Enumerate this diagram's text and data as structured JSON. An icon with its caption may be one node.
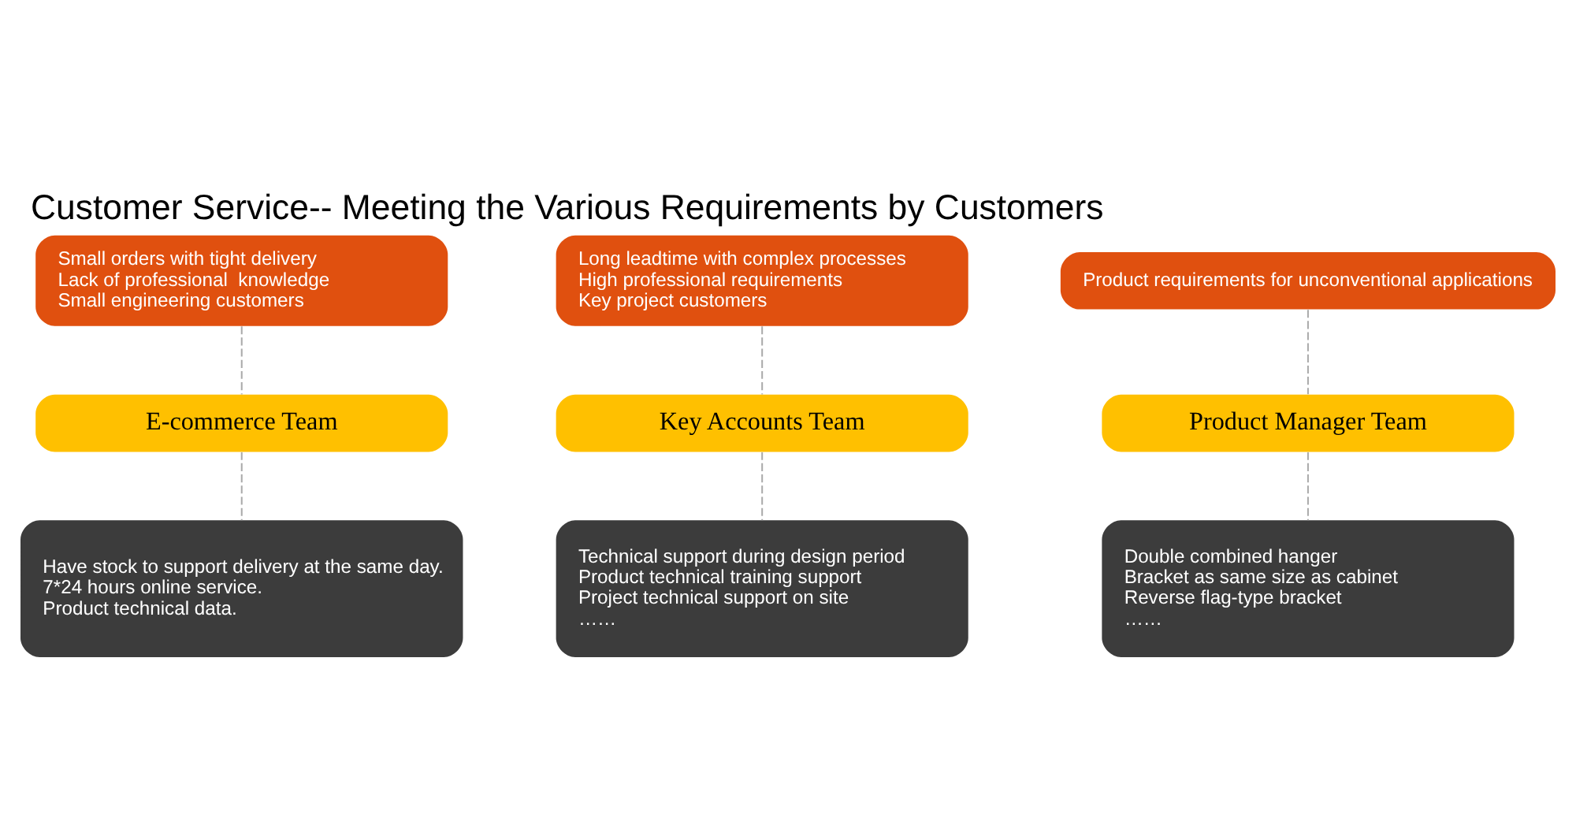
{
  "diagram": {
    "title": "Customer Service-- Meeting the Various Requirements by Customers",
    "nodes": [
      {
        "text": [
          "Small orders with tight delivery",
          "Lack of professional  knowledge",
          "Small engineering customers"
        ]
      },
      {
        "text": [
          "Long leadtime with complex processes",
          "High professional requirements",
          "Key project customers"
        ]
      },
      {
        "text": [
          "Product requirements for unconventional applications"
        ]
      },
      {
        "text": [
          "E-commerce Team"
        ]
      },
      {
        "text": [
          "Key Accounts Team"
        ]
      },
      {
        "text": [
          "Product Manager Team"
        ]
      },
      {
        "text": [
          "Have stock to support delivery at the same day.",
          "7*24 hours online service.",
          "Product technical data."
        ]
      },
      {
        "text": [
          "Technical support during design period",
          "Product technical training support",
          "Project technical support on site",
          "……"
        ]
      },
      {
        "text": [
          "Double combined hanger",
          "Bracket as same size as cabinet",
          "Reverse flag-type bracket",
          "……"
        ]
      }
    ],
    "edges": [
      {
        "from": 0,
        "to": 3,
        "arrow": "none",
        "style": "dashed"
      },
      {
        "from": 1,
        "to": 4,
        "arrow": "none",
        "style": "dashed"
      },
      {
        "from": 2,
        "to": 5,
        "arrow": "none",
        "style": "dashed"
      },
      {
        "from": 3,
        "to": 6,
        "arrow": "none",
        "style": "dashed"
      },
      {
        "from": 4,
        "to": 7,
        "arrow": "none",
        "style": "dashed"
      },
      {
        "from": 5,
        "to": 8,
        "arrow": "none",
        "style": "dashed"
      }
    ]
  }
}
